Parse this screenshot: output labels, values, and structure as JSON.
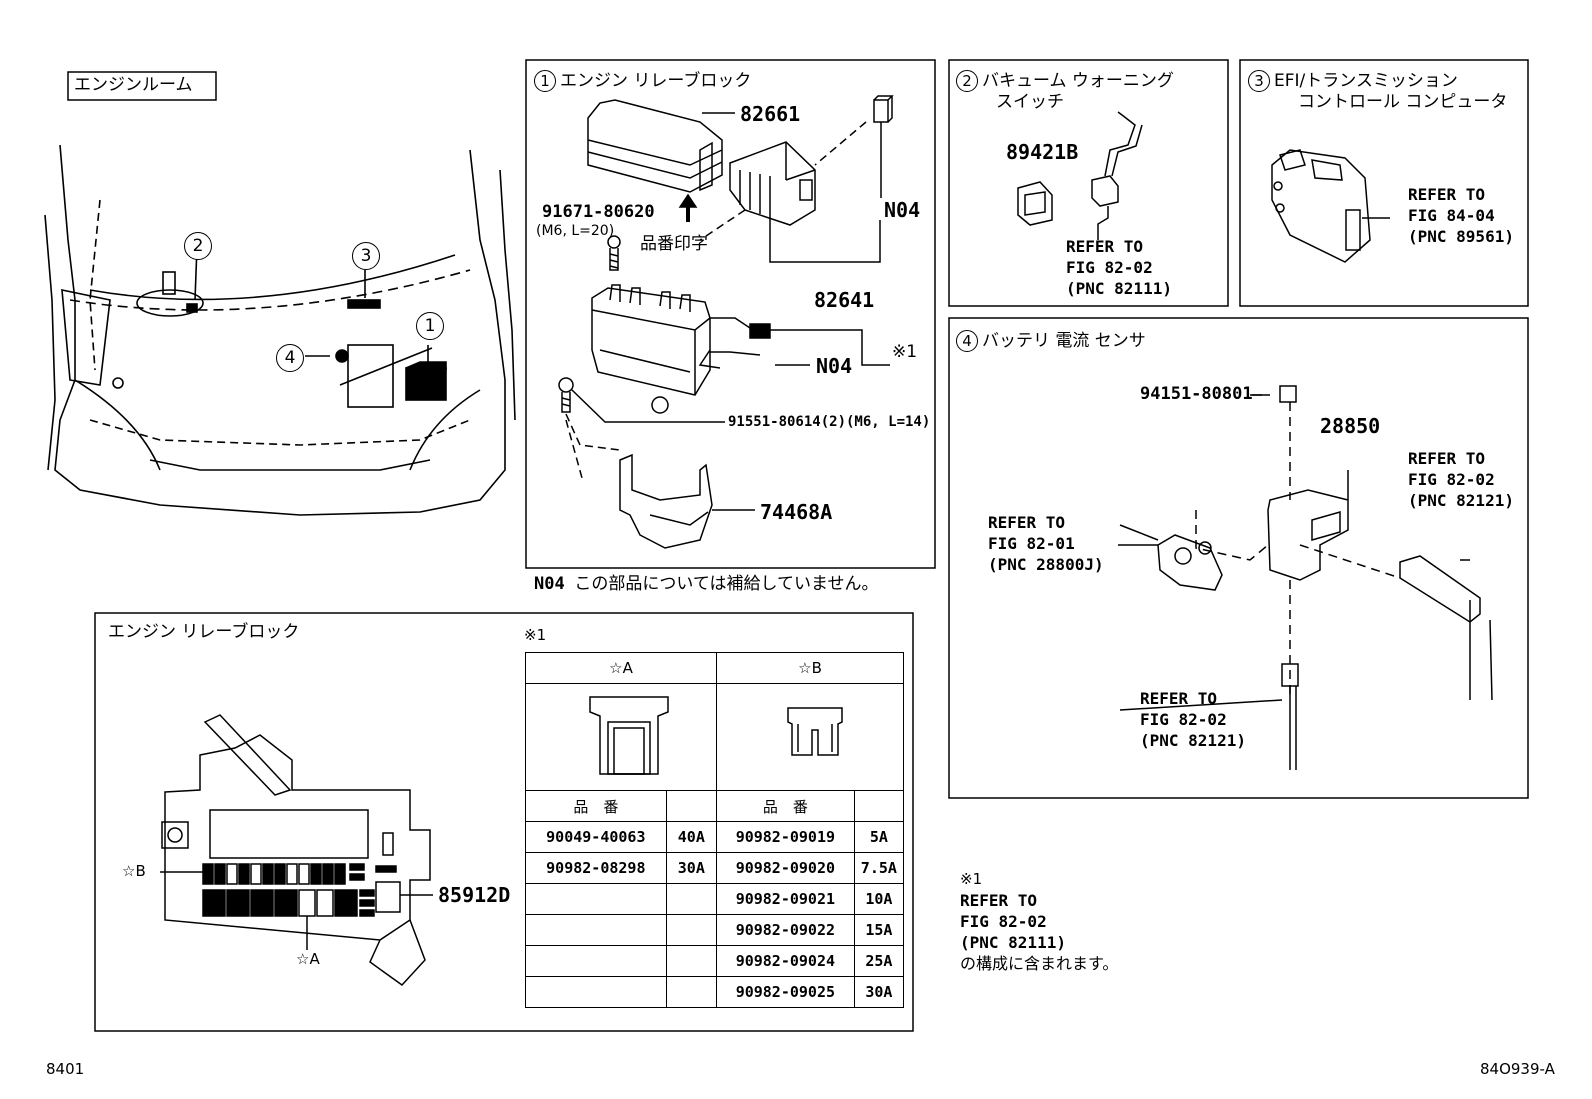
{
  "engine_room": {
    "label": "エンジンルーム",
    "callouts": [
      "1",
      "2",
      "3",
      "4"
    ]
  },
  "panel1": {
    "num": "1",
    "title": "エンジン リレーブロック",
    "parts": {
      "cover": "82661",
      "bolt": "91671-80620",
      "bolt_spec": "(M6, L=20)",
      "stamp_note": "品番印字",
      "n04_top": "N04",
      "relay_block": "82641",
      "n04_mid": "N04",
      "ref_mark": "※1",
      "bolt2": "91551-80614(2)(M6, L=14)",
      "bracket": "74468A"
    }
  },
  "n04_note": {
    "code": "N04",
    "text": "この部品については補給していません。"
  },
  "panel2": {
    "num": "2",
    "title": "バキューム ウォーニング",
    "title2": "スイッチ",
    "part": "89421B",
    "ref": "REFER TO\nFIG 82-02\n(PNC 82111)"
  },
  "panel3": {
    "num": "3",
    "title": "EFI/トランスミッション",
    "title2": "コントロール コンピュータ",
    "ref": "REFER TO\nFIG 84-04\n(PNC 89561)"
  },
  "panel4": {
    "num": "4",
    "title": "バッテリ 電流 センサ",
    "nut": "94151-80801",
    "sensor": "28850",
    "ref_right": "REFER TO\nFIG 82-02\n(PNC 82121)",
    "ref_left": "REFER TO\nFIG 82-01\n(PNC 28800J)",
    "ref_bottom": "REFER TO\nFIG 82-02\n(PNC 82121)"
  },
  "relay_block_detail": {
    "title": "エンジン リレーブロック",
    "part": "85912D",
    "star_b": "☆B",
    "star_a": "☆A"
  },
  "fuse_table": {
    "mark": "※1",
    "col_a": "☆A",
    "col_b": "☆B",
    "hdr_part": "品　番",
    "rows": [
      {
        "a_part": "90049-40063",
        "a_amp": "40A",
        "b_part": "90982-09019",
        "b_amp": "5A"
      },
      {
        "a_part": "90982-08298",
        "a_amp": "30A",
        "b_part": "90982-09020",
        "b_amp": "7.5A"
      },
      {
        "a_part": "",
        "a_amp": "",
        "b_part": "90982-09021",
        "b_amp": "10A"
      },
      {
        "a_part": "",
        "a_amp": "",
        "b_part": "90982-09022",
        "b_amp": "15A"
      },
      {
        "a_part": "",
        "a_amp": "",
        "b_part": "90982-09024",
        "b_amp": "25A"
      },
      {
        "a_part": "",
        "a_amp": "",
        "b_part": "90982-09025",
        "b_amp": "30A"
      }
    ]
  },
  "footnote": {
    "mark": "※1",
    "text": "REFER TO\nFIG 82-02\n(PNC 82111)",
    "jp": "の構成に含まれます。"
  },
  "footer": {
    "left": "8401",
    "right": "84O939-A"
  }
}
